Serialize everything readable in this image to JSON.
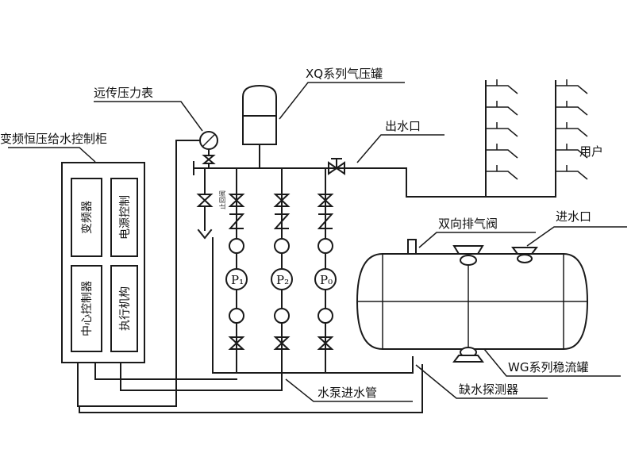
{
  "labels": {
    "remote_gauge": "远传压力表",
    "control_cabinet": "变频恒压给水控制柜",
    "xq_tank": "XQ系列气压罐",
    "outlet": "出水口",
    "users": "用户",
    "air_valve": "双向排气阀",
    "inlet": "进水口",
    "wg_tank": "WG系列稳流罐",
    "pump_inlet_pipe": "水泵进水管",
    "water_shortage_detector": "缺水探测器",
    "check_valve_note": "止回阀"
  },
  "cabinet_modules": {
    "inverter": "变频器",
    "motor_control": "电源控制",
    "central_controller": "中心控制器",
    "actuator": "执行机构"
  },
  "pumps": [
    "P₁",
    "P₂",
    "P₀"
  ]
}
